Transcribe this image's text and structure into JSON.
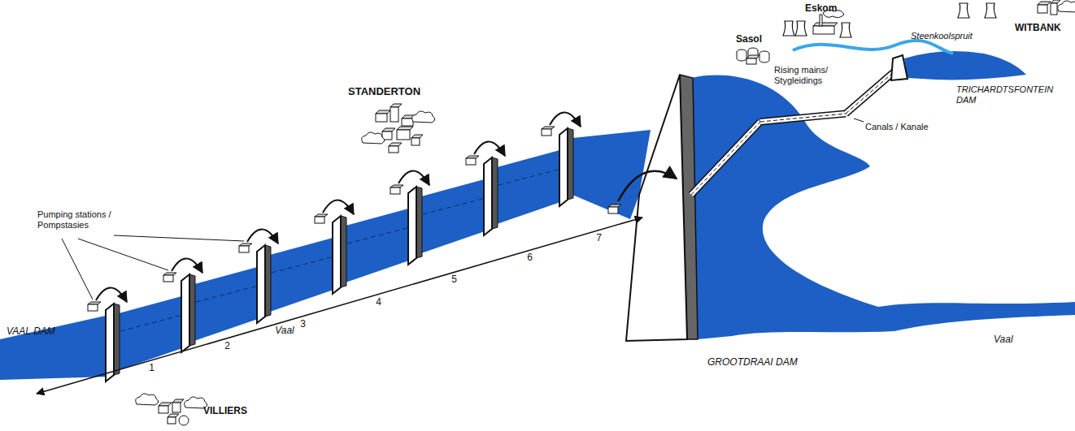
{
  "diagram": {
    "labels": [
      "VAAL DAM",
      "Pumping stations / Pompstasies",
      "1",
      "2",
      "3",
      "4",
      "5",
      "6",
      "7",
      "Vaal",
      "VILLIERS",
      "STANDERTON",
      "GROOTDRAAI DAM",
      "Vaal",
      "Rising mains/ Stygleidings",
      "Canals / Kanale",
      "Sasol",
      "Eskom",
      "Steenkoolspruit",
      "WITBANK",
      "TRICHARDTSFONTEIN DAM"
    ]
  }
}
